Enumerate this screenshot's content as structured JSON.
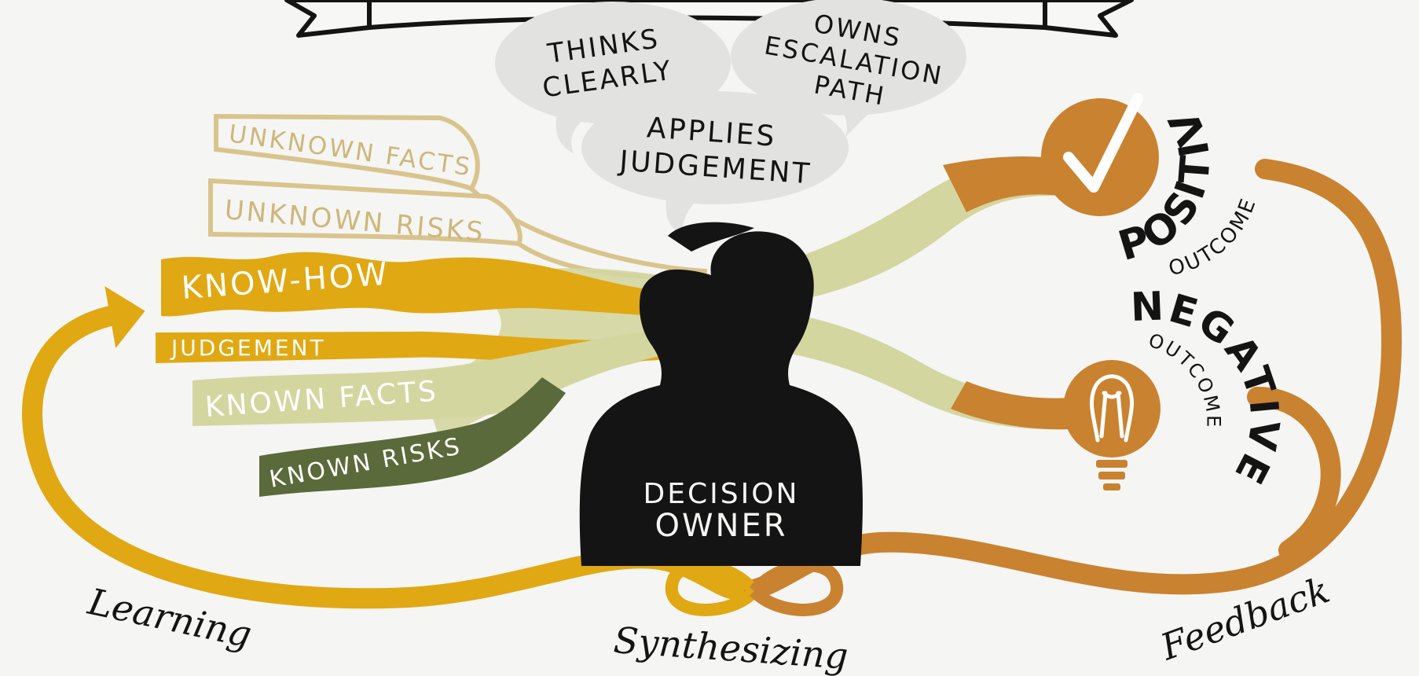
{
  "center": {
    "line1": "DECISION",
    "line2": "OWNER"
  },
  "bubbles": {
    "thinks": {
      "line1": "THINKS",
      "line2": "CLEARLY"
    },
    "owns": {
      "line1": "OWNS",
      "line2": "ESCALATION",
      "line3": "PATH"
    },
    "applies": {
      "line1": "APPLIES",
      "line2": "JUDGEMENT"
    }
  },
  "inputs": {
    "unknown_facts": "UNKNOWN FACTS",
    "unknown_risks": "UNKNOWN RISKS",
    "know_how": "KNOW-HOW",
    "judgement": "JUDGEMENT",
    "known_facts": "KNOWN FACTS",
    "known_risks": "KNOWN RISKS"
  },
  "outcomes": {
    "positive": {
      "title": "POSITIVE",
      "sub": "OUTCOME"
    },
    "negative": {
      "title": "NEGATIVE",
      "sub": "OUTCOME"
    }
  },
  "loop": {
    "left": "Learning",
    "middle": "Synthesizing",
    "right": "Feedback"
  },
  "colors": {
    "gold": "#e0a812",
    "orange": "#c9822f",
    "pale_green": "#d4d6a0",
    "olive": "#5a6a3a",
    "tan_outline": "#d8c48c",
    "bubble": "#e2e2e0",
    "ink": "#141414"
  },
  "icons": [
    "checkmark-icon",
    "lightbulb-icon",
    "infinity-icon",
    "arrow-icon"
  ]
}
